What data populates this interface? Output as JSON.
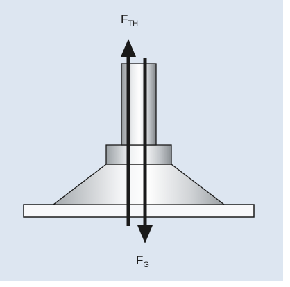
{
  "figure": {
    "colors": {
      "background": "#dde6f1",
      "outline": "#1a1a1a",
      "base_plate": "#f7f8fa",
      "metal_light": "#ffffff",
      "metal_mid": "#d9dcdf",
      "metal_dark": "#8d9296",
      "arrow": "#1a1a1a"
    },
    "labels": {
      "upper_force": {
        "main": "F",
        "sub": "TH"
      },
      "lower_force": {
        "main": "F",
        "sub": "G"
      }
    },
    "arrows": {
      "upper_force": {
        "direction": "up"
      },
      "lower_force": {
        "direction": "down"
      }
    }
  }
}
